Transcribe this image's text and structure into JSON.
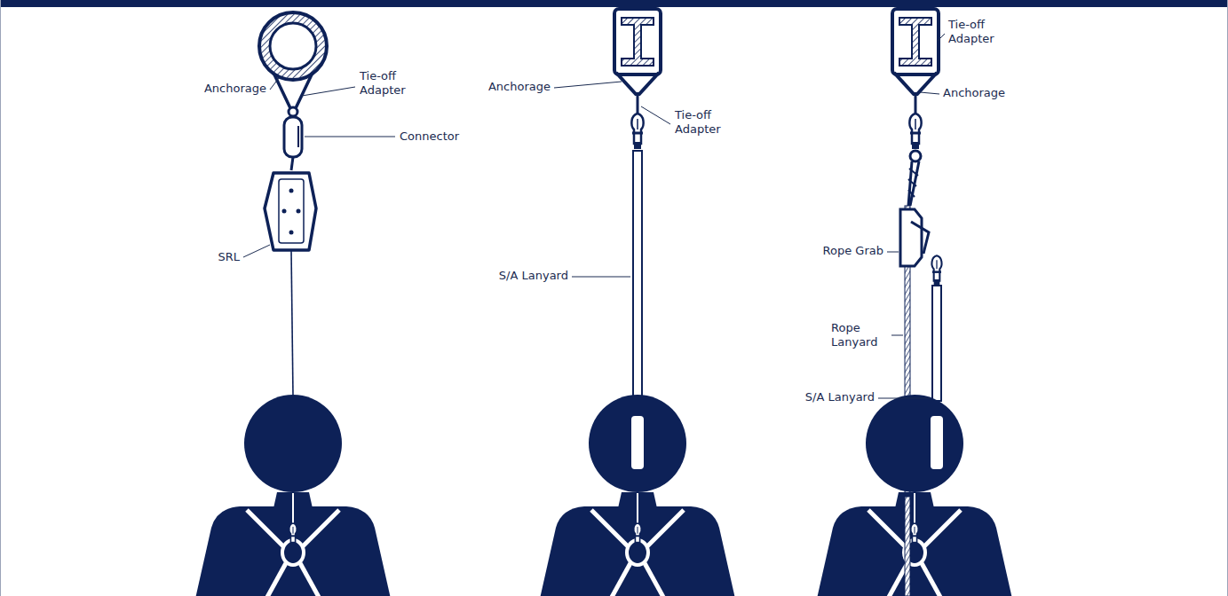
{
  "diagram": {
    "labels": [
      "Tie-off Adapter",
      "Anchorage",
      "Connector",
      "SRL",
      "Anchorage",
      "Tie-off Adapter",
      "S/A Lanyard",
      "Tie-off Adapter",
      "Anchorage",
      "Rope Grab",
      "Rope Lanyard",
      "S/A Lanyard"
    ]
  }
}
